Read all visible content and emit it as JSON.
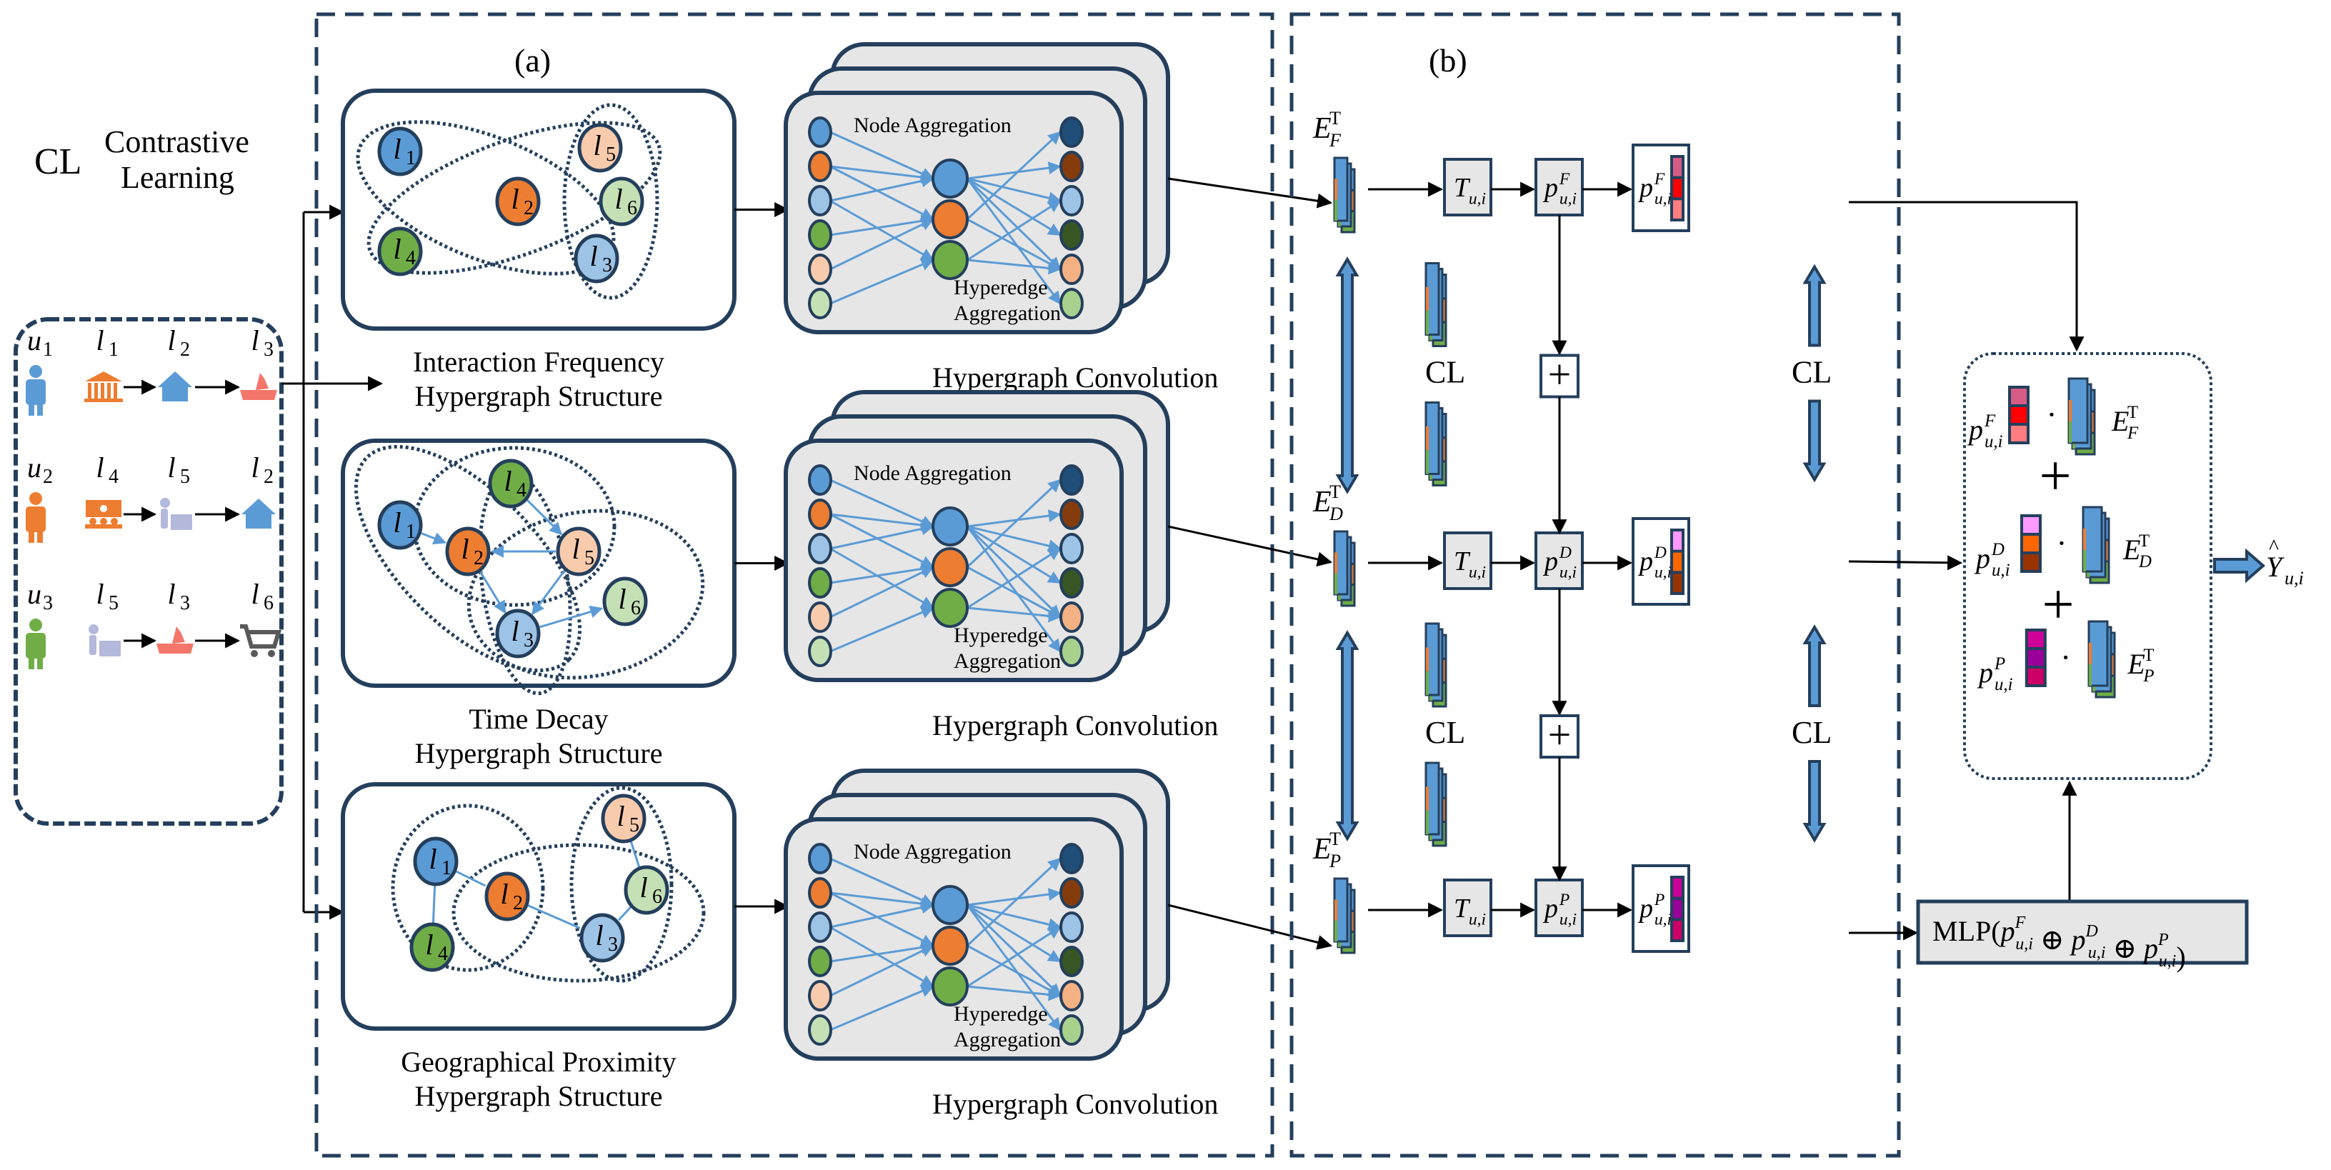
{
  "legend": {
    "abbr": "CL",
    "text_line1": "Contrastive",
    "text_line2": "Learning"
  },
  "colors": {
    "frame": "#243f5c",
    "arrow_blue": "#5b9bd5",
    "box_fill": "#e6e6e6",
    "blue": "#5b9bd5",
    "orange": "#ed7d31",
    "light_blue": "#9dc3e6",
    "green": "#70ad47",
    "peach": "#f8cbad",
    "light_green": "#c5e0b4",
    "out_dark_blue": "#1f4e79",
    "out_brown": "#843c0c",
    "out_light_blue": "#9dc3e6",
    "out_dark_green": "#375623",
    "out_peach": "#f4b183",
    "out_light_green": "#a9d18e"
  },
  "input_panel": {
    "rows": [
      {
        "user": "u1",
        "user_color": "#5b9bd5",
        "pois": [
          {
            "label": "l1",
            "icon": "museum-icon",
            "color": "#ed7d31"
          },
          {
            "label": "l2",
            "icon": "home-icon",
            "color": "#5b9bd5"
          },
          {
            "label": "l3",
            "icon": "boat-icon",
            "color": "#f4766a"
          }
        ]
      },
      {
        "user": "u2",
        "user_color": "#ed7d31",
        "pois": [
          {
            "label": "l4",
            "icon": "cinema-icon",
            "color": "#ed7d31"
          },
          {
            "label": "l5",
            "icon": "office-worker-icon",
            "color": "#b4b8db"
          },
          {
            "label": "l2",
            "icon": "home-icon",
            "color": "#5b9bd5"
          }
        ]
      },
      {
        "user": "u3",
        "user_color": "#70ad47",
        "pois": [
          {
            "label": "l5",
            "icon": "office-worker-icon",
            "color": "#b4b8db"
          },
          {
            "label": "l3",
            "icon": "boat-icon",
            "color": "#f4766a"
          },
          {
            "label": "l6",
            "icon": "shopping-cart-icon",
            "color": "#595959"
          }
        ]
      }
    ]
  },
  "panel_a": {
    "title": "(a)",
    "hypergraphs": [
      {
        "id": "frequency",
        "caption_line1": "Interaction Frequency",
        "caption_line2": "Hypergraph Structure",
        "nodes": [
          {
            "label": "l1",
            "color": "#5b9bd5"
          },
          {
            "label": "l2",
            "color": "#ed7d31"
          },
          {
            "label": "l3",
            "color": "#9dc3e6"
          },
          {
            "label": "l4",
            "color": "#70ad47"
          },
          {
            "label": "l5",
            "color": "#f8cbad"
          },
          {
            "label": "l6",
            "color": "#c5e0b4"
          }
        ]
      },
      {
        "id": "time-decay",
        "caption_line1": "Time Decay",
        "caption_line2": "Hypergraph Structure",
        "nodes": [
          {
            "label": "l1",
            "color": "#5b9bd5"
          },
          {
            "label": "l2",
            "color": "#ed7d31"
          },
          {
            "label": "l3",
            "color": "#9dc3e6"
          },
          {
            "label": "l4",
            "color": "#70ad47"
          },
          {
            "label": "l5",
            "color": "#f8cbad"
          },
          {
            "label": "l6",
            "color": "#c5e0b4"
          }
        ],
        "edges": [
          [
            "l1",
            "l2"
          ],
          [
            "l4",
            "l5"
          ],
          [
            "l5",
            "l2"
          ],
          [
            "l2",
            "l3"
          ],
          [
            "l5",
            "l3"
          ],
          [
            "l3",
            "l6"
          ]
        ]
      },
      {
        "id": "geo",
        "caption_line1": "Geographical Proximity",
        "caption_line2": "Hypergraph Structure",
        "nodes": [
          {
            "label": "l1",
            "color": "#5b9bd5"
          },
          {
            "label": "l2",
            "color": "#ed7d31"
          },
          {
            "label": "l3",
            "color": "#9dc3e6"
          },
          {
            "label": "l4",
            "color": "#70ad47"
          },
          {
            "label": "l5",
            "color": "#f8cbad"
          },
          {
            "label": "l6",
            "color": "#c5e0b4"
          }
        ],
        "edges": [
          [
            "l1",
            "l2"
          ],
          [
            "l1",
            "l4"
          ],
          [
            "l2",
            "l3"
          ],
          [
            "l5",
            "l6"
          ],
          [
            "l6",
            "l3"
          ]
        ]
      }
    ],
    "convolution": {
      "caption": "Hypergraph Convolution",
      "node_aggregation": "Node Aggregation",
      "hyperedge_aggregation_line1": "Hyperedge",
      "hyperedge_aggregation_line2": "Aggregation"
    }
  },
  "panel_b": {
    "title": "(b)",
    "cl_label": "CL",
    "plus": "+",
    "rows": [
      {
        "id": "F",
        "embedding": "E",
        "embedding_sub": "F",
        "embedding_sup": "T",
        "transform": "T",
        "transform_sub": "u,i",
        "pref": "p",
        "pref_sup": "F",
        "pref_sub": "u,i",
        "vector_colors": [
          "#d55c85",
          "#ff0000",
          "#ff7c80"
        ]
      },
      {
        "id": "D",
        "embedding": "E",
        "embedding_sub": "D",
        "embedding_sup": "T",
        "transform": "T",
        "transform_sub": "u,i",
        "pref": "p",
        "pref_sup": "D",
        "pref_sub": "u,i",
        "vector_colors": [
          "#ff99ff",
          "#ff6600",
          "#993300"
        ]
      },
      {
        "id": "P",
        "embedding": "E",
        "embedding_sub": "P",
        "embedding_sup": "T",
        "transform": "T",
        "transform_sub": "u,i",
        "pref": "p",
        "pref_sup": "P",
        "pref_sub": "u,i",
        "vector_colors": [
          "#cc0099",
          "#990099",
          "#cc0066"
        ]
      }
    ]
  },
  "fusion": {
    "dot": "·",
    "plus": "+",
    "mlp_prefix": "MLP(",
    "mlp_oplus": "⊕",
    "mlp_suffix": ")",
    "output": "Y",
    "output_sub": "u,i"
  }
}
